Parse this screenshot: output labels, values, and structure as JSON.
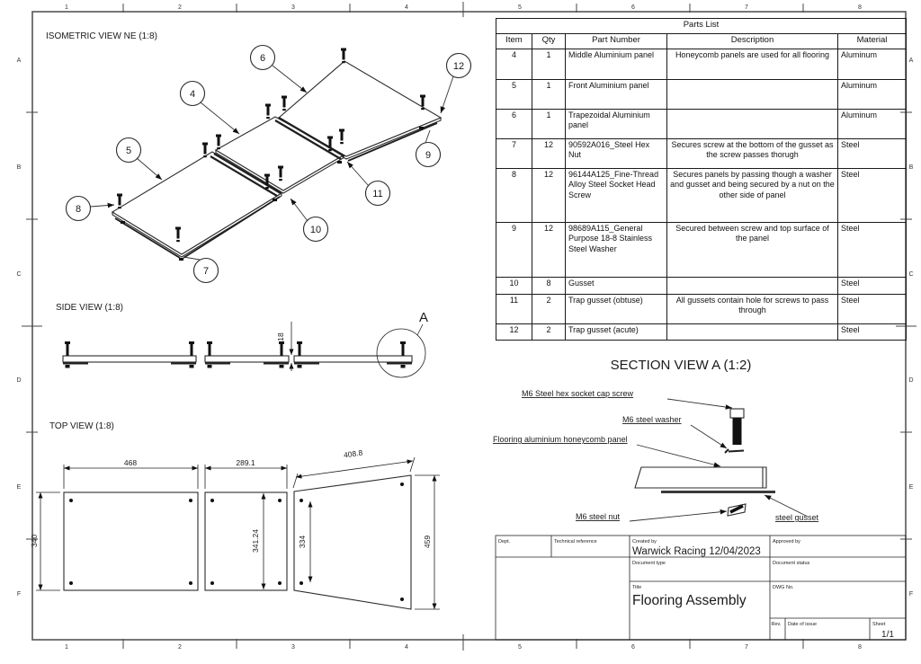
{
  "colors": {
    "line": "#2b2b2b",
    "background": "#ffffff"
  },
  "frame": {
    "cols": [
      "1",
      "2",
      "3",
      "4",
      "5",
      "6",
      "7",
      "8"
    ],
    "rows": [
      "A",
      "B",
      "C",
      "D",
      "E",
      "F"
    ]
  },
  "views": {
    "isometric": {
      "title": "ISOMETRIC VIEW NE (1:8)",
      "balloons": [
        "4",
        "5",
        "6",
        "7",
        "8",
        "9",
        "10",
        "11",
        "12"
      ]
    },
    "side": {
      "title": "SIDE VIEW (1:8)",
      "thickness_dim": "18",
      "detail_label": "A"
    },
    "top": {
      "title": "TOP VIEW (1:8)",
      "dims": {
        "front_width": "468",
        "middle_width": "289.1",
        "trap_width": "408.8",
        "front_height": "340",
        "middle_height": "341.24",
        "trap_left_height": "334",
        "trap_right_height": "459"
      }
    },
    "section": {
      "title": "SECTION VIEW A (1:2)",
      "labels": {
        "screw": "M6 Steel hex socket cap screw",
        "washer": "M6 steel washer",
        "panel": "Flooring aluminium honeycomb panel",
        "nut": "M6 steel nut",
        "gusset": "steel gusset"
      }
    }
  },
  "parts_list": {
    "title": "Parts List",
    "headers": [
      "Item",
      "Qty",
      "Part Number",
      "Description",
      "Material"
    ],
    "rows": [
      {
        "item": "4",
        "qty": "1",
        "part": "Middle Aluminium panel",
        "desc": "Honeycomb panels are used for all flooring",
        "mat": "Aluminum"
      },
      {
        "item": "5",
        "qty": "1",
        "part": "Front Aluminium panel",
        "desc": "",
        "mat": "Aluminum"
      },
      {
        "item": "6",
        "qty": "1",
        "part": "Trapezoidal Aluminium panel",
        "desc": "",
        "mat": "Aluminum"
      },
      {
        "item": "7",
        "qty": "12",
        "part": "90592A016_Steel Hex Nut",
        "desc": "Secures screw at the bottom of the gusset as the screw passes thorugh",
        "mat": "Steel"
      },
      {
        "item": "8",
        "qty": "12",
        "part": "96144A125_Fine-Thread Alloy Steel Socket Head Screw",
        "desc": "Secures panels by passing though a washer and gusset and being secured by a nut on the other side of panel",
        "mat": "Steel"
      },
      {
        "item": "9",
        "qty": "12",
        "part": "98689A115_General Purpose 18-8 Stainless Steel Washer",
        "desc": "Secured between screw and top surface of the panel",
        "mat": "Steel"
      },
      {
        "item": "10",
        "qty": "8",
        "part": "Gusset",
        "desc": "",
        "mat": "Steel"
      },
      {
        "item": "11",
        "qty": "2",
        "part": "Trap gusset (obtuse)",
        "desc": "All gussets contain hole for screws to pass through",
        "mat": "Steel"
      },
      {
        "item": "12",
        "qty": "2",
        "part": "Trap gusset (acute)",
        "desc": "",
        "mat": "Steel"
      }
    ]
  },
  "title_block": {
    "dept_label": "Dept.",
    "tech_ref_label": "Technical reference",
    "created_by_label": "Created by",
    "created_by_value": "Warwick Racing 12/04/2023",
    "approved_by_label": "Approved by",
    "doc_type_label": "Document type",
    "doc_status_label": "Document status",
    "title_label": "Title",
    "title_value": "Flooring Assembly",
    "dwg_no_label": "DWG No.",
    "rev_label": "Rev.",
    "date_label": "Date of issue",
    "sheet_label": "Sheet",
    "sheet_value": "1/1"
  }
}
